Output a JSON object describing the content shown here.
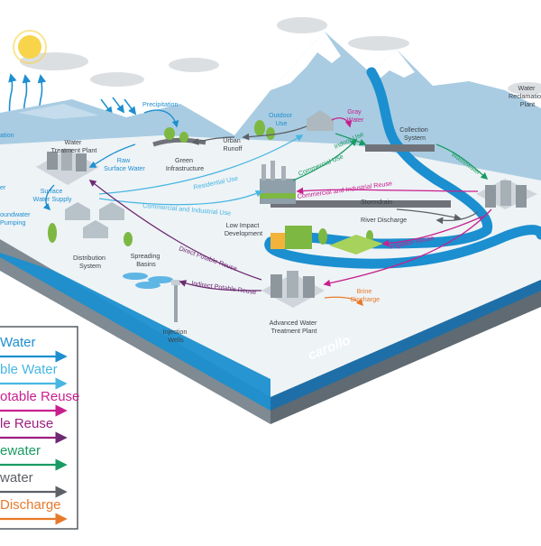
{
  "brand": "carollo",
  "labels": {
    "precipitation_left": "ation",
    "precipitation": "Precipitation",
    "water_treatment_plant": [
      "Water",
      "Treatment Plant"
    ],
    "raw_surface_water": [
      "Raw",
      "Surface Water"
    ],
    "surface_water_supply": [
      "Surface",
      "Water Supply"
    ],
    "groundwater_pumping": [
      "oundwater",
      "Pumping"
    ],
    "distribution_system": [
      "Distribution",
      "System"
    ],
    "spreading_basins": [
      "Spreading",
      "Basins"
    ],
    "injection_wells": [
      "Injection",
      "Wells"
    ],
    "green_infrastructure": [
      "Green",
      "Infrastructure"
    ],
    "urban_runoff": [
      "Urban",
      "Runoff"
    ],
    "outdoor_use": [
      "Outdoor",
      "Use"
    ],
    "gray_water": [
      "Gray",
      "Water"
    ],
    "indoor_use": "Indoor Use",
    "collection_system": [
      "Collection",
      "System"
    ],
    "wastewater": "Wastewater",
    "water_reclamation_plant": [
      "Water",
      "Reclamation",
      "Plant"
    ],
    "residential_use": "Residential Use",
    "commercial_use": "Commercial Use",
    "commercial_industrial_use": "Commercial and Industrial Use",
    "commercial_industrial_reuse": "Commercial and Industrial Reuse",
    "stormdrain": "Stormdrain",
    "river_discharge": "River Discharge",
    "low_impact_development": [
      "Low Impact",
      "Development"
    ],
    "irrigation_reuse": "Irrigation Reuse",
    "direct_potable_reuse": "Direct Potable Reuse",
    "indirect_potable_reuse": "Indirect Potable Reuse",
    "brine_discharge": [
      "Brine",
      "Discharge"
    ],
    "advanced_water_treatment_plant": [
      "Advanced Water",
      "Treatment Plant"
    ],
    "left_edge": "er"
  },
  "legend": [
    {
      "label": "Water",
      "color": "#1e8fd0"
    },
    {
      "label": "ble Water",
      "color": "#48b6e2"
    },
    {
      "label": "otable Reuse",
      "color": "#c81f8e"
    },
    {
      "label": "le Reuse",
      "color": "#9c1f7e"
    },
    {
      "label": "ewater",
      "color": "#1a9b63"
    },
    {
      "label": "water",
      "color": "#5d6166"
    },
    {
      "label": "Discharge",
      "color": "#e8792a"
    }
  ],
  "colors": {
    "potable": "#1e8fd0",
    "non_potable": "#48b6e2",
    "direct_potable_reuse": "#c81f8e",
    "indirect_potable_reuse": "#6e2a72",
    "wastewater": "#1a9b63",
    "stormwater": "#5d6166",
    "brine": "#e8792a",
    "river": "#1b8fcf",
    "mountain": "#9fc6de",
    "ground": "#eef3f6"
  }
}
